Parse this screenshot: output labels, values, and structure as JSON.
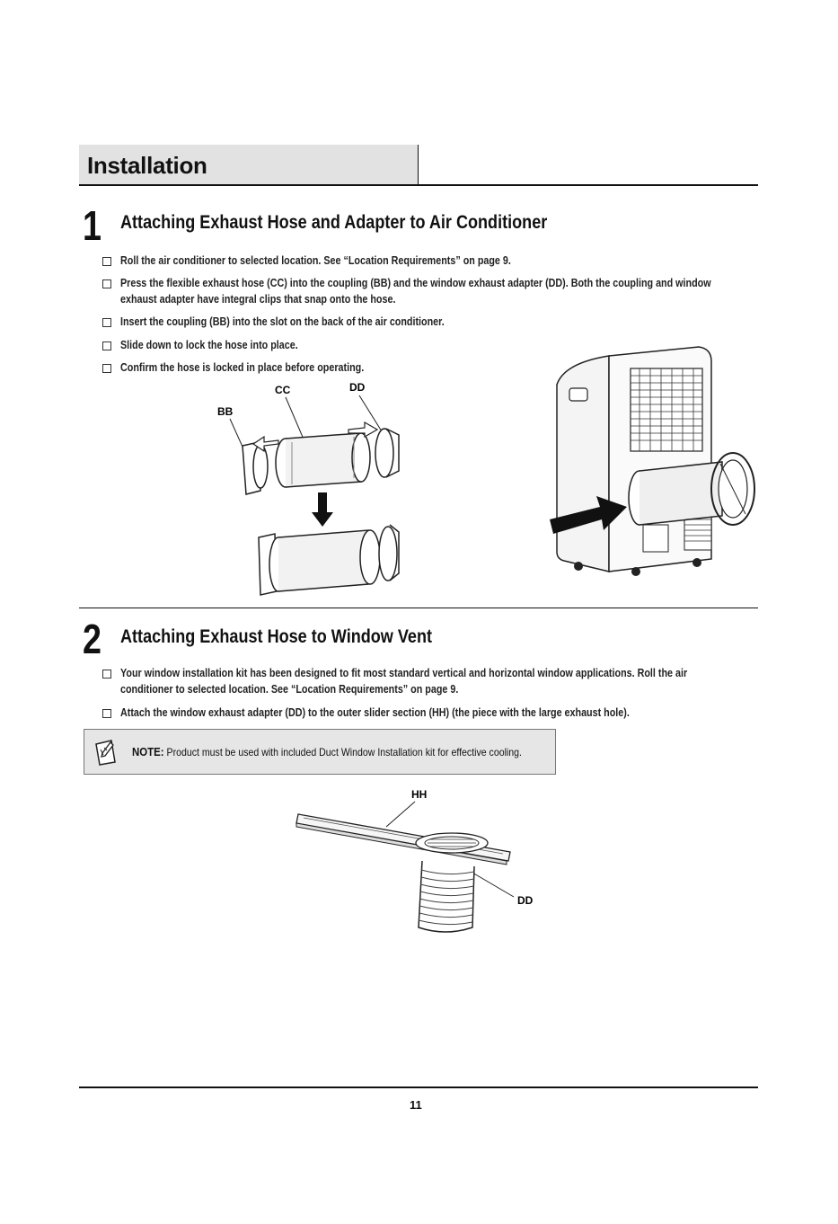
{
  "header": {
    "title": "Installation"
  },
  "step1": {
    "number": "1",
    "title": "Attaching Exhaust Hose and Adapter to Air Conditioner",
    "bullets": [
      "Roll the air conditioner to selected location. See “Location Requirements” on page 9.",
      "Press the flexible exhaust hose (CC) into the coupling (BB) and the window exhaust adapter (DD). Both the coupling and window exhaust adapter have integral clips that snap onto the hose.",
      "Insert the coupling (BB) into the slot on the back of the air conditioner.",
      "Slide down to lock the hose into place.",
      "Confirm the hose is locked in place before operating."
    ],
    "labels": {
      "bb": "BB",
      "cc": "CC",
      "dd": "DD"
    }
  },
  "step2": {
    "number": "2",
    "title": "Attaching Exhaust Hose to Window Vent",
    "bullets": [
      "Your window installation kit has been designed to fit most standard vertical and horizontal window applications. Roll the air conditioner to selected location. See “Location Requirements” on page 9.",
      "Attach the window exhaust adapter (DD) to the outer slider section (HH) (the piece with the large exhaust hole)."
    ],
    "note": {
      "label": "NOTE:",
      "text": "Product must be used with included Duct Window Installation kit for effective cooling.",
      "icon": "note-pencil-icon"
    },
    "labels": {
      "hh": "HH",
      "dd": "DD"
    }
  },
  "footer": {
    "page_number": "11"
  }
}
